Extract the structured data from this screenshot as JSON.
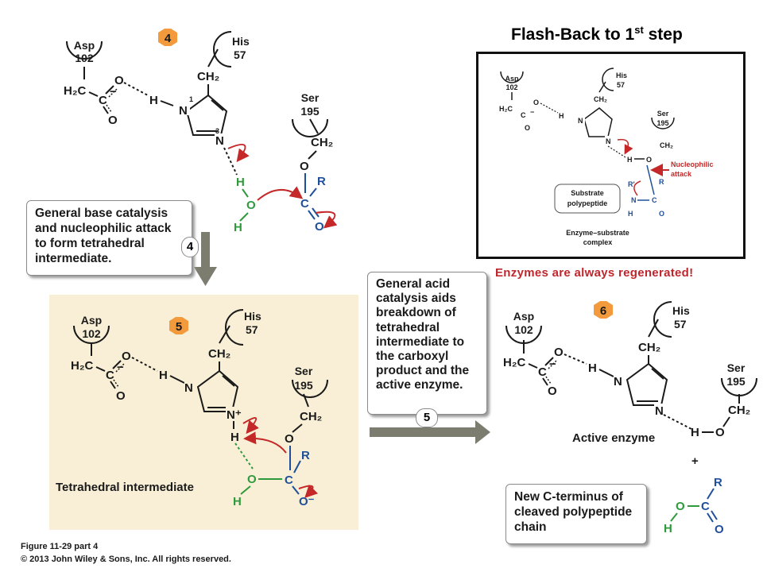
{
  "colors": {
    "panel_bg": "#f8efd6",
    "step_badge": "#f39a3d",
    "arrow_gray": "#7d7d6f",
    "red": "#c42828",
    "green": "#2f9a3c",
    "blue": "#1f4f9a"
  },
  "header": {
    "title_main": "Flash-Back to 1",
    "title_sup": "st",
    "title_end": " step"
  },
  "regen_note": "Enzymes are always regenerated!",
  "steps": {
    "s4": "4",
    "s5": "5",
    "s6": "6",
    "arrow4": "4",
    "arrow5": "5"
  },
  "residues": {
    "asp": "Asp",
    "asp_num": "102",
    "his": "His",
    "his_num": "57",
    "ser": "Ser",
    "ser_num": "195"
  },
  "atoms": {
    "h2c": "H₂C",
    "ch2": "CH₂",
    "c": "C",
    "o": "O",
    "n": "N",
    "h": "H",
    "r": "R",
    "r_prime": "R′",
    "minus": "−",
    "plus": "+",
    "o_minus": "O⁻",
    "n_plus": "N⁺",
    "ring1": "1",
    "ring3": "3"
  },
  "labels": {
    "box4": "General base catalysis and nucleophilic attack to form tetrahedral intermediate.",
    "box5": "General acid catalysis aids breakdown of tetrahedral intermediate to the carboxyl product and the active enzyme.",
    "box_cterm": "New C-terminus of cleaved polypeptide chain",
    "tetrahedral": "Tetrahedral intermediate",
    "active_enzyme": "Active enzyme",
    "plus_sign": "+",
    "inset_substrate": "Substrate polypeptide",
    "inset_nucleophilic": "Nucleophilic attack",
    "inset_complex": "Enzyme–substrate complex"
  },
  "figure": {
    "caption": "Figure 11-29 part 4",
    "copyright": "© 2013 John Wiley & Sons, Inc. All rights reserved."
  }
}
